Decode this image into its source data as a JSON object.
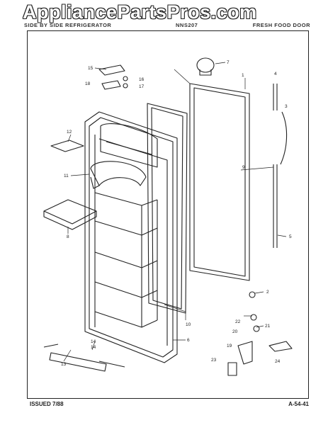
{
  "watermark": "AppliancePartsPros.com",
  "header": {
    "left": "SIDE BY SIDE REFRIGERATOR",
    "model": "NNS207",
    "right": "FRESH FOOD DOOR"
  },
  "footer": {
    "issued": "ISSUED 7/88",
    "page_code": "A-54-41"
  },
  "callouts": [
    "1",
    "2",
    "3",
    "4",
    "5",
    "6",
    "7",
    "8",
    "9",
    "10",
    "11",
    "12",
    "13",
    "14",
    "14",
    "15",
    "16",
    "17",
    "18",
    "19",
    "20",
    "21",
    "22",
    "23",
    "24"
  ],
  "colors": {
    "line": "#222222",
    "background": "#ffffff"
  }
}
